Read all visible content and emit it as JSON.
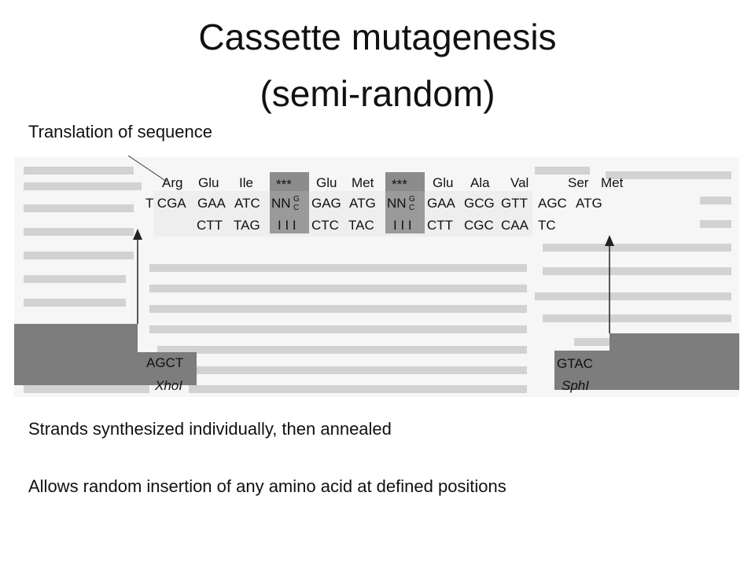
{
  "slide": {
    "title_line1": "Cassette mutagenesis",
    "title_line2": "(semi-random)",
    "callout": "Translation of sequence",
    "notes": [
      "Strands synthesized individually, then annealed",
      "Allows random insertion of any amino acid at defined positions"
    ]
  },
  "figure": {
    "amino_acids": [
      "Arg",
      "Glu",
      "Ile",
      "***",
      "Glu",
      "Met",
      "***",
      "Glu",
      "Ala",
      "Val",
      "Ser",
      "Met"
    ],
    "top_strand": [
      "T CGA",
      "GAA",
      "ATC",
      "NN",
      "GAG",
      "ATG",
      "NN",
      "GAA",
      "GCG",
      "GTT",
      "AGC",
      "ATG"
    ],
    "wobble_top": "G",
    "wobble_bottom": "C",
    "bottom_strand": [
      "CTT",
      "TAG",
      "I I I",
      "CTC",
      "TAC",
      "I I I",
      "CTT",
      "CGC",
      "CAA",
      "TC"
    ],
    "left_site": {
      "overhang": "AGCT",
      "enzyme": "XhoI"
    },
    "right_site": {
      "overhang": "GTAC",
      "enzyme": "SphI"
    },
    "colors": {
      "randomized_box": "#8c8c8c",
      "vector_block": "#7d7d7d",
      "background_text": "#c9c9c9"
    }
  }
}
